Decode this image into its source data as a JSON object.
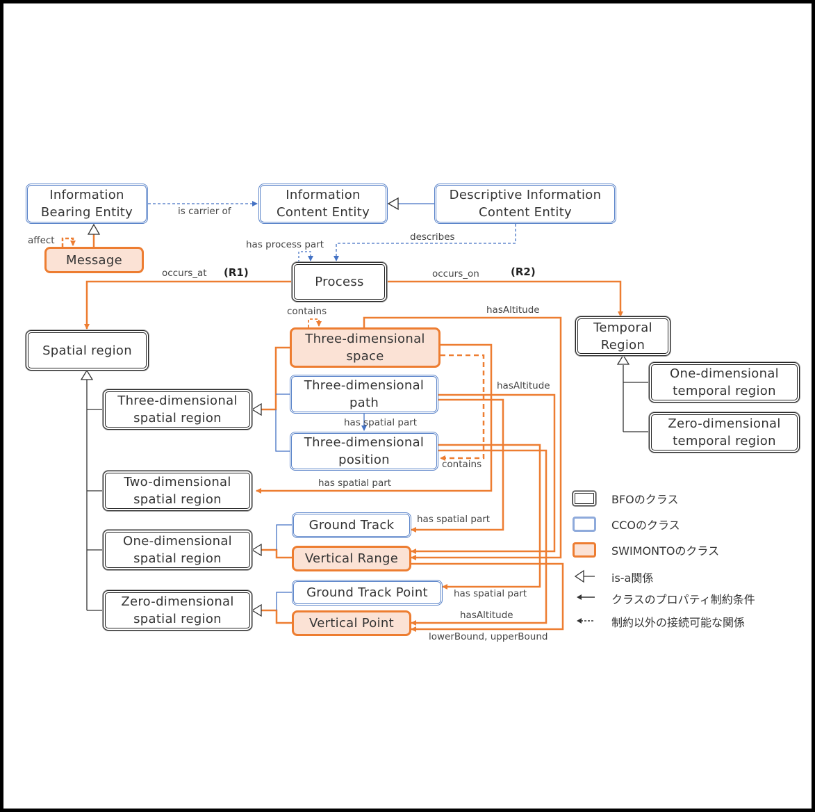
{
  "nodes": {
    "ibe": "Information\nBearing Entity",
    "ice": "Information\nContent Entity",
    "dice": "Descriptive Information\nContent Entity",
    "message": "Message",
    "process": "Process",
    "spatial_region": "Spatial region",
    "temporal_region": "Temporal\nRegion",
    "one_dim_temporal": "One-dimensional\ntemporal region",
    "zero_dim_temporal": "Zero-dimensional\ntemporal region",
    "three_dim_space": "Three-dimensional\nspace",
    "three_dim_path": "Three-dimensional\npath",
    "three_dim_position": "Three-dimensional\nposition",
    "three_dim_spatial": "Three-dimensional\nspatial region",
    "two_dim_spatial": "Two-dimensional\nspatial region",
    "one_dim_spatial": "One-dimensional\nspatial region",
    "zero_dim_spatial": "Zero-dimensional\nspatial region",
    "ground_track": "Ground Track",
    "vertical_range": "Vertical Range",
    "ground_track_point": "Ground Track Point",
    "vertical_point": "Vertical Point"
  },
  "edges": {
    "is_carrier_of": "is carrier of",
    "affect": "affect",
    "describes": "describes",
    "has_process_part": "has process part",
    "occurs_at": "occurs_at",
    "r1": "(R1)",
    "occurs_on": "occurs_on",
    "r2": "(R2)",
    "contains_space": "contains",
    "has_altitude_space": "hasAltitude",
    "has_altitude_path": "hasAltitude",
    "has_spatial_part_path_pos": "has spatial part",
    "contains_position": "contains",
    "has_spatial_part_two_dim": "has spatial part",
    "has_spatial_part_ground_track": "has spatial part",
    "has_spatial_part_gtp": "has spatial part",
    "has_altitude_vp": "hasAltitude",
    "lower_upper_bound": "lowerBound, upperBound"
  },
  "legend": {
    "bfo": "BFOのクラス",
    "cco": "CCOのクラス",
    "swimonto": "SWIMONTOのクラス",
    "is_a": "is-a関係",
    "property_constraint": "クラスのプロパティ制約条件",
    "other_relation": "制約以外の接続可能な関係"
  },
  "colors": {
    "bfo_border": "#222222",
    "cco_border": "#5b84c9",
    "swimonto_border": "#ed7d31",
    "swimonto_fill": "#fbe2d5"
  }
}
